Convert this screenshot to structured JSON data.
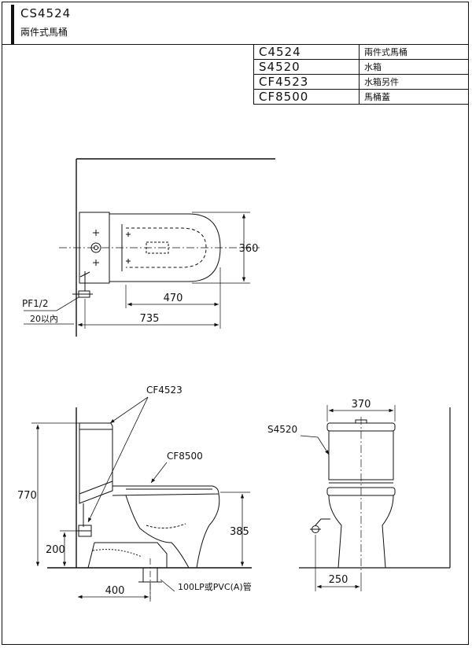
{
  "header": {
    "model_code": "CS4524",
    "model_name": "兩件式馬桶"
  },
  "parts": [
    {
      "code": "C4524",
      "desc": "兩件式馬桶"
    },
    {
      "code": "S4520",
      "desc": "水箱"
    },
    {
      "code": "CF4523",
      "desc": "水箱另件"
    },
    {
      "code": "CF8500",
      "desc": "馬桶蓋"
    }
  ],
  "top_view": {
    "dim_width": "360",
    "dim_center": "470",
    "dim_length": "735",
    "pipe_label": "PF1/2",
    "wall_offset_label": "20以內"
  },
  "side_view": {
    "callout_fittings": "CF4523",
    "callout_seat": "CF8500",
    "dim_height": "770",
    "dim_supply": "200",
    "dim_bowl_height": "385",
    "dim_rough_in": "400",
    "drain_label": "100LP或PVC(A)管"
  },
  "front_view": {
    "callout_tank": "S4520",
    "dim_width": "370",
    "dim_offset": "250"
  }
}
